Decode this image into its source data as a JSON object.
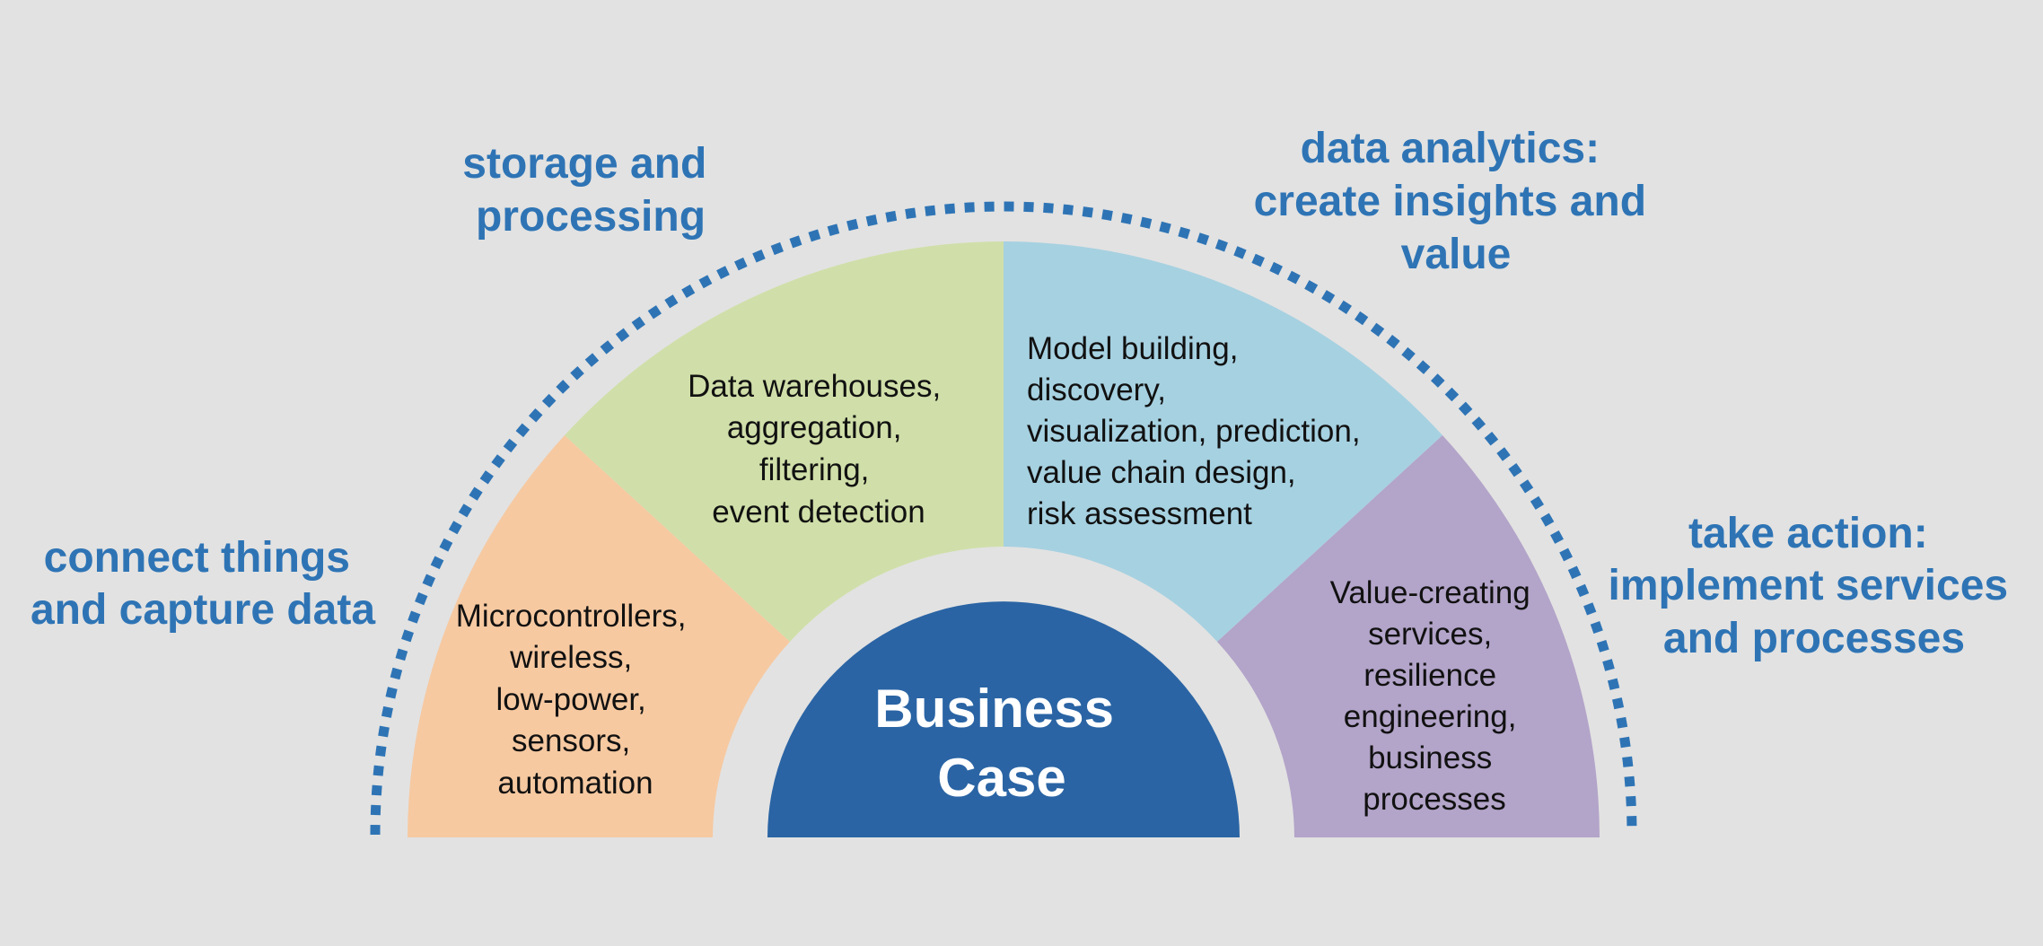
{
  "colors": {
    "background": "#e2e2e2",
    "accent_blue": "#2e74b5",
    "core_blue": "#2a64a4",
    "segment_orange": "#f6c9a1",
    "segment_green": "#d0dfa9",
    "segment_blue": "#a6d1e1",
    "segment_purple": "#b3a4c9"
  },
  "stages": [
    {
      "id": "connect",
      "heading_lines": [
        "connect things",
        "and capture data"
      ],
      "detail_lines": [
        "Microcontrollers,",
        "wireless,",
        "low-power,",
        "sensors,",
        "automation"
      ]
    },
    {
      "id": "storage",
      "heading_lines": [
        "storage and",
        "processing"
      ],
      "detail_lines": [
        "Data warehouses,",
        "aggregation,",
        "filtering,",
        "event detection"
      ]
    },
    {
      "id": "analytics",
      "heading_lines": [
        "data analytics:",
        "create insights and",
        "value"
      ],
      "detail_lines": [
        "Model building,",
        "discovery,",
        "visualization,  prediction,",
        "value chain design,",
        "risk assessment"
      ]
    },
    {
      "id": "action",
      "heading_lines": [
        "take action:",
        "implement services",
        "and processes"
      ],
      "detail_lines": [
        "Value-creating",
        "services,",
        "resilience",
        "engineering,",
        "business",
        "processes"
      ]
    }
  ],
  "core": {
    "lines": [
      "Business",
      "Case"
    ]
  }
}
